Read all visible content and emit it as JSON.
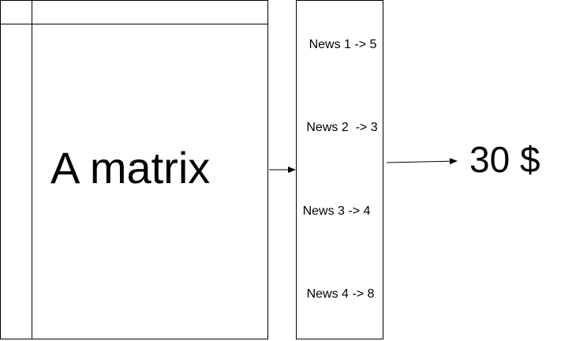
{
  "matrix": {
    "label": "A matrix"
  },
  "news": {
    "items": [
      "News 1 -> 5",
      "News 2  -> 3",
      "News 3 -> 4",
      "News 4 -> 8"
    ]
  },
  "result": {
    "label": "30 $"
  }
}
